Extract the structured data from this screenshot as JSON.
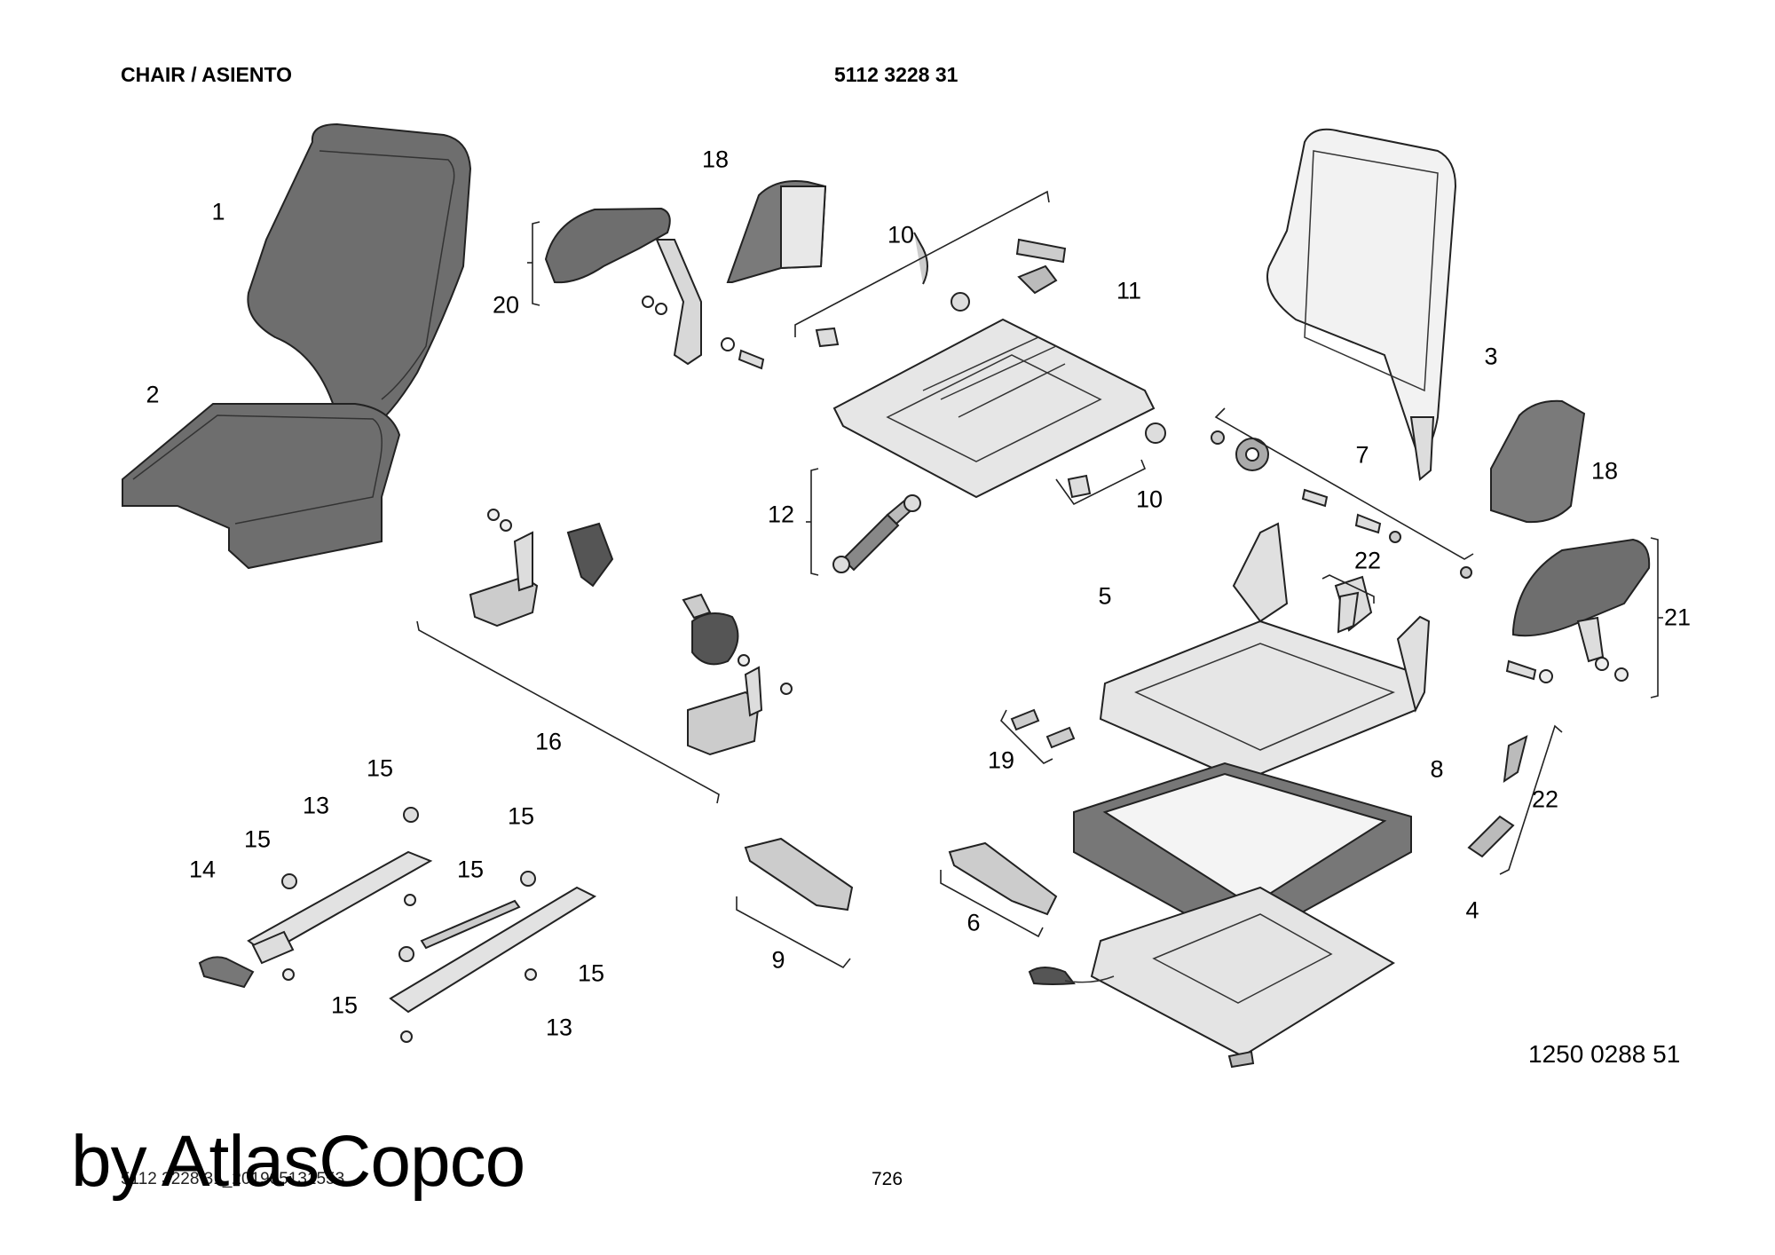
{
  "header": {
    "title": "CHAIR / ASIENTO",
    "part_number": "5112 3228 31"
  },
  "callouts": [
    "1",
    "2",
    "3",
    "4",
    "5",
    "6",
    "7",
    "8",
    "9",
    "10",
    "10",
    "11",
    "12",
    "13",
    "13",
    "14",
    "15",
    "15",
    "15",
    "15",
    "15",
    "15",
    "16",
    "18",
    "18",
    "19",
    "20",
    "21",
    "22",
    "22"
  ],
  "drawing_ref": "1250 0288 51",
  "watermark": "by AtlasCopco",
  "footer": {
    "file_id": "5112 3228 31_201905131553",
    "page": "726"
  },
  "colors": {
    "dark_part": "#6b6b6b",
    "light_part": "#e6e6e6",
    "mid_part": "#a8a8a8",
    "line": "#222222"
  }
}
